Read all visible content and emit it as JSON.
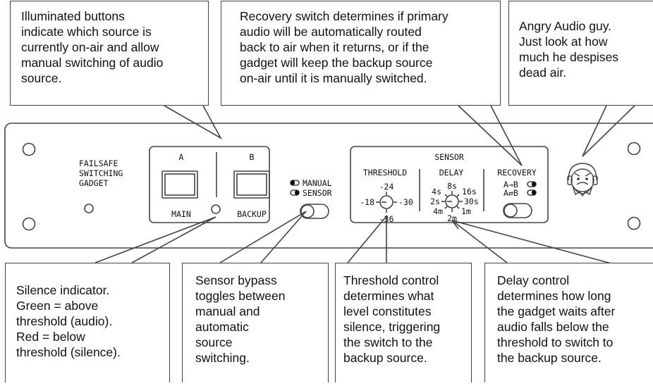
{
  "device": {
    "brand": [
      "FAILSAFE",
      "SWITCHING",
      "GADGET"
    ],
    "button_a_letter": "A",
    "button_b_letter": "B",
    "button_a_label": "MAIN",
    "button_b_label": "BACKUP",
    "mode_manual": "MANUAL",
    "mode_sensor": "SENSOR",
    "sensor_title": "SENSOR",
    "threshold": {
      "title": "THRESHOLD",
      "top": "-24",
      "left": "-18",
      "right": "-30",
      "bottom": "-36"
    },
    "delay": {
      "title": "DELAY",
      "t8s": "8s",
      "t4s": "4s",
      "t16s": "16s",
      "t2s": "2s",
      "t30s": "30s",
      "t4m": "4m",
      "t1m": "1m",
      "t2m": "2m"
    },
    "recovery": {
      "title": "RECOVERY",
      "row1": "A→B",
      "row2": "A⇄B"
    }
  },
  "callouts": {
    "buttons": [
      "Illuminated buttons",
      "indicate which source is",
      "currently on-air and allow",
      "manual switching of audio",
      "source."
    ],
    "recovery": [
      "Recovery switch determines if primary",
      "audio will be automatically routed",
      "back to air when it returns, or if the",
      "gadget will keep the backup source",
      "on-air until it is manually switched."
    ],
    "angry": [
      "Angry Audio guy.",
      "Just look at how",
      "much he despises",
      "dead air."
    ],
    "silence": [
      "Silence indicator.",
      "Green = above",
      "threshold (audio).",
      "Red = below",
      "threshold (silence)."
    ],
    "bypass": [
      "Sensor bypass",
      "toggles between",
      "manual and",
      "automatic",
      "source",
      "switching."
    ],
    "threshold": [
      "Threshold control",
      "determines what",
      "level constitutes",
      "silence, triggering",
      "the switch to the",
      "backup source."
    ],
    "delay": [
      "Delay control",
      "determines how long",
      "the gadget waits after",
      "audio falls below the",
      "threshold to switch to",
      "the backup source."
    ]
  },
  "colors": {
    "line": "#444444",
    "background": "#ffffff"
  }
}
